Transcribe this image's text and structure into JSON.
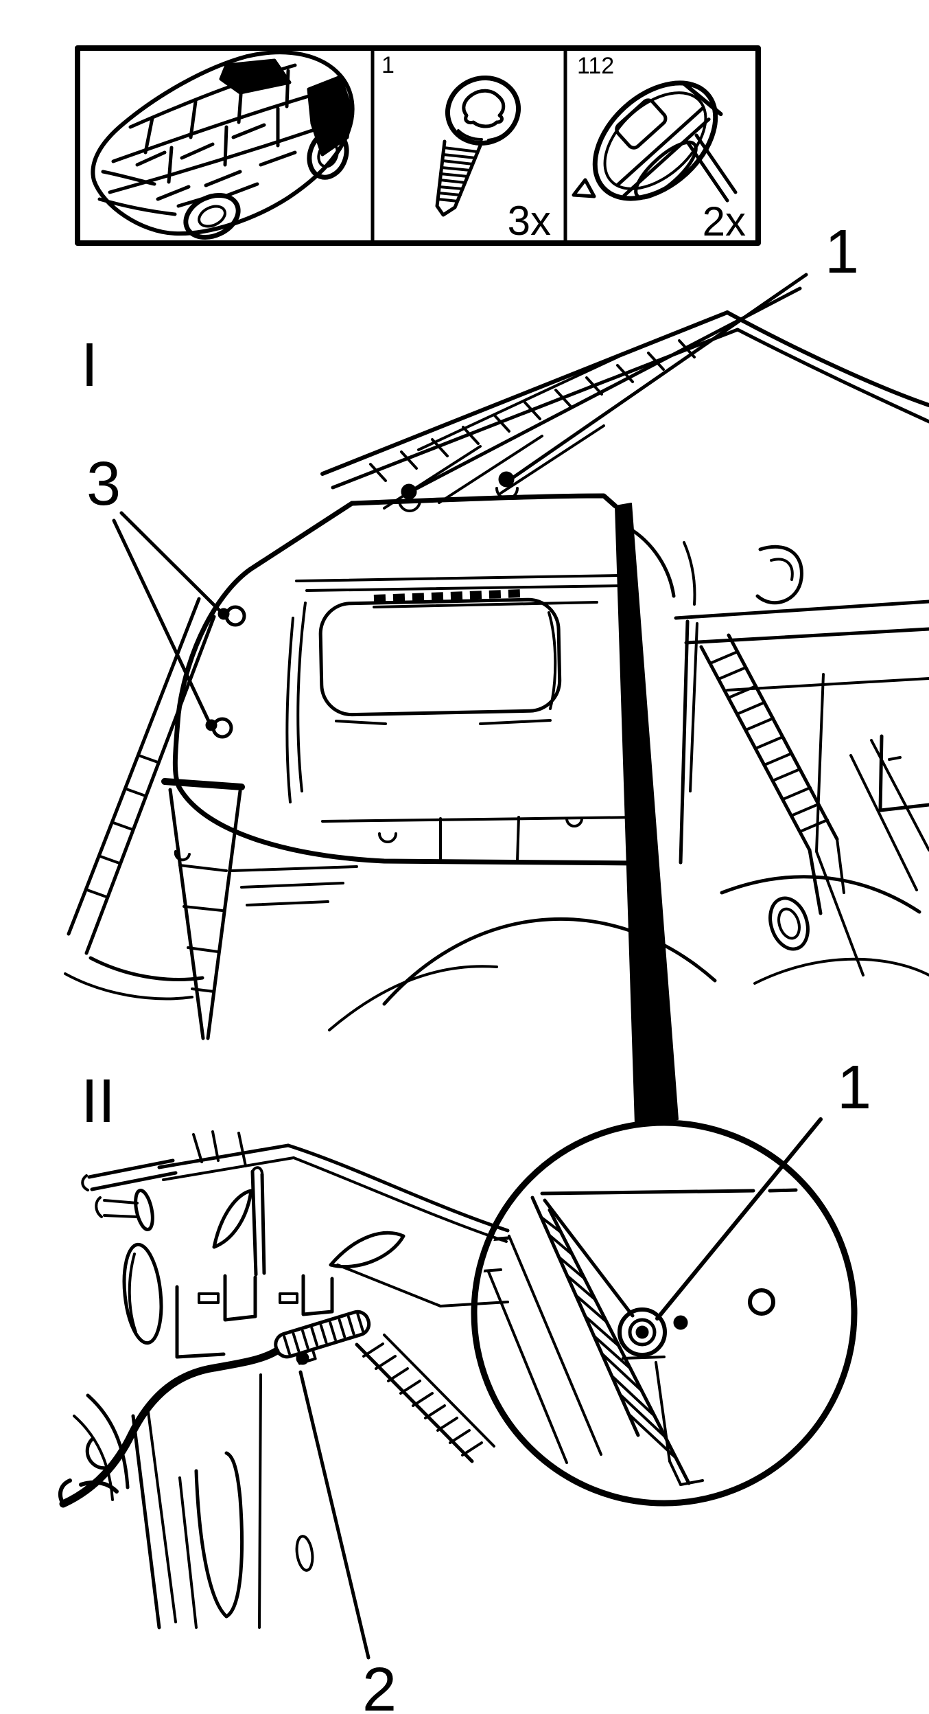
{
  "colors": {
    "ink": "#000000",
    "paper": "#ffffff"
  },
  "parts_box": {
    "vehicle_cell": {
      "icon": "car-body-icon"
    },
    "screw_cell": {
      "icon": "screw-icon",
      "ref": "1",
      "qty": "3x"
    },
    "clip_cell": {
      "icon": "clip-icon",
      "ref": "112",
      "qty": "2x"
    }
  },
  "views": {
    "main_view": {
      "label": "I",
      "callout_fasteners": "1",
      "callout_holes": "3"
    },
    "detail_view": {
      "callout_screw": "1"
    },
    "secondary_view": {
      "label": "II",
      "callout_connector": "2"
    }
  }
}
